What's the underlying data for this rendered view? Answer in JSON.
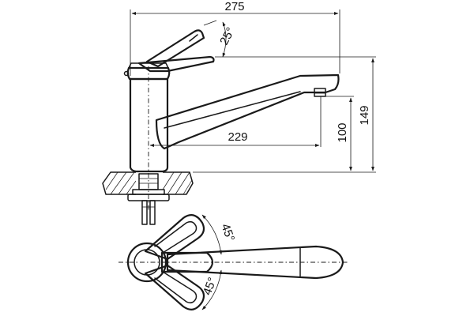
{
  "dimensions": {
    "overall_width": "275",
    "spout_reach": "229",
    "spout_height": "100",
    "total_height": "149",
    "lever_angle": "25°",
    "swivel_angle_top": "45°",
    "swivel_angle_bottom": "45°"
  }
}
